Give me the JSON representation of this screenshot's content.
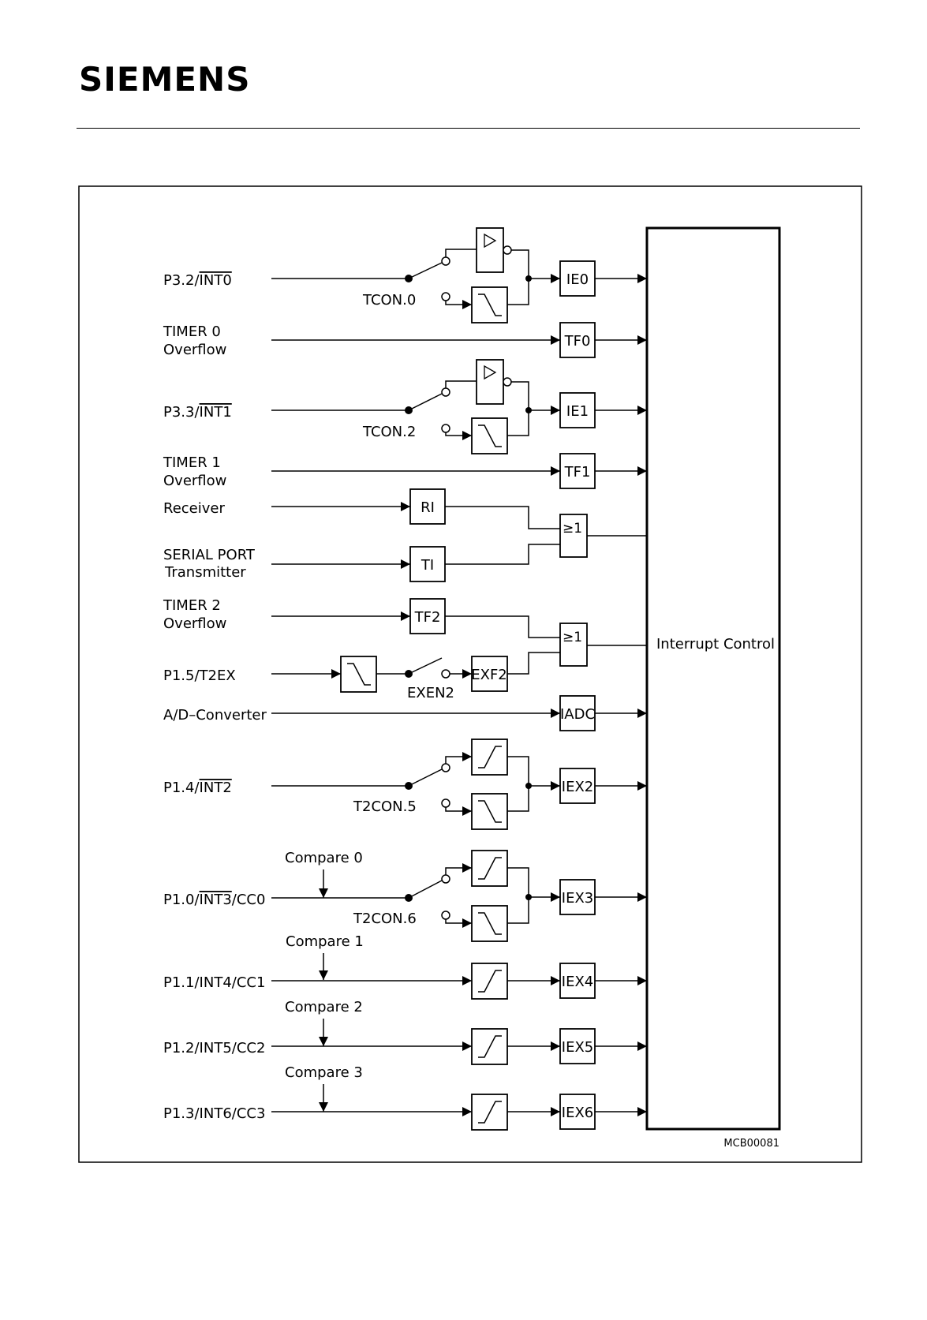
{
  "header": {
    "logo": "SIEMENS"
  },
  "figure_id": "MCB00081",
  "interrupt_control_label": "Interrupt Control",
  "inputs": {
    "p32_int0": "P3.2/",
    "p32_int0_bar": "INT0",
    "timer0_a": "TIMER  0",
    "timer0_b": "Overflow",
    "p33_int1": "P3.3/",
    "p33_int1_bar": "INT1",
    "timer1_a": "TIMER  1",
    "timer1_b": "Overflow",
    "receiver": "Receiver",
    "serial_a": "SERIAL  PORT",
    "serial_b": "Transmitter",
    "timer2_a": "TIMER  2",
    "timer2_b": "Overflow",
    "p15": "P1.5/T2EX",
    "adc": "A/D–Converter",
    "p14": "P1.4/",
    "p14_bar": "INT2",
    "p10_a": "P1.0/",
    "p10_bar": "INT3",
    "p10_b": "/CC0",
    "p11": "P1.1/INT4/CC1",
    "p12": "P1.2/INT5/CC2",
    "p13": "P1.3/INT6/CC3"
  },
  "switches": {
    "tcon0": "TCON.0",
    "tcon2": "TCON.2",
    "exen2": "EXEN2",
    "t2con5": "T2CON.5",
    "t2con6": "T2CON.6"
  },
  "compares": {
    "c0": "Compare  0",
    "c1": "Compare  1",
    "c2": "Compare  2",
    "c3": "Compare  3"
  },
  "flags": {
    "ie0": "IE0",
    "tf0": "TF0",
    "ie1": "IE1",
    "tf1": "TF1",
    "ri": "RI",
    "ti": "TI",
    "tf2": "TF2",
    "exf2": "EXF2",
    "iadc": "IADC",
    "iex2": "IEX2",
    "iex3": "IEX3",
    "iex4": "IEX4",
    "iex5": "IEX5",
    "iex6": "IEX6"
  },
  "or_gate_label": "≥1"
}
